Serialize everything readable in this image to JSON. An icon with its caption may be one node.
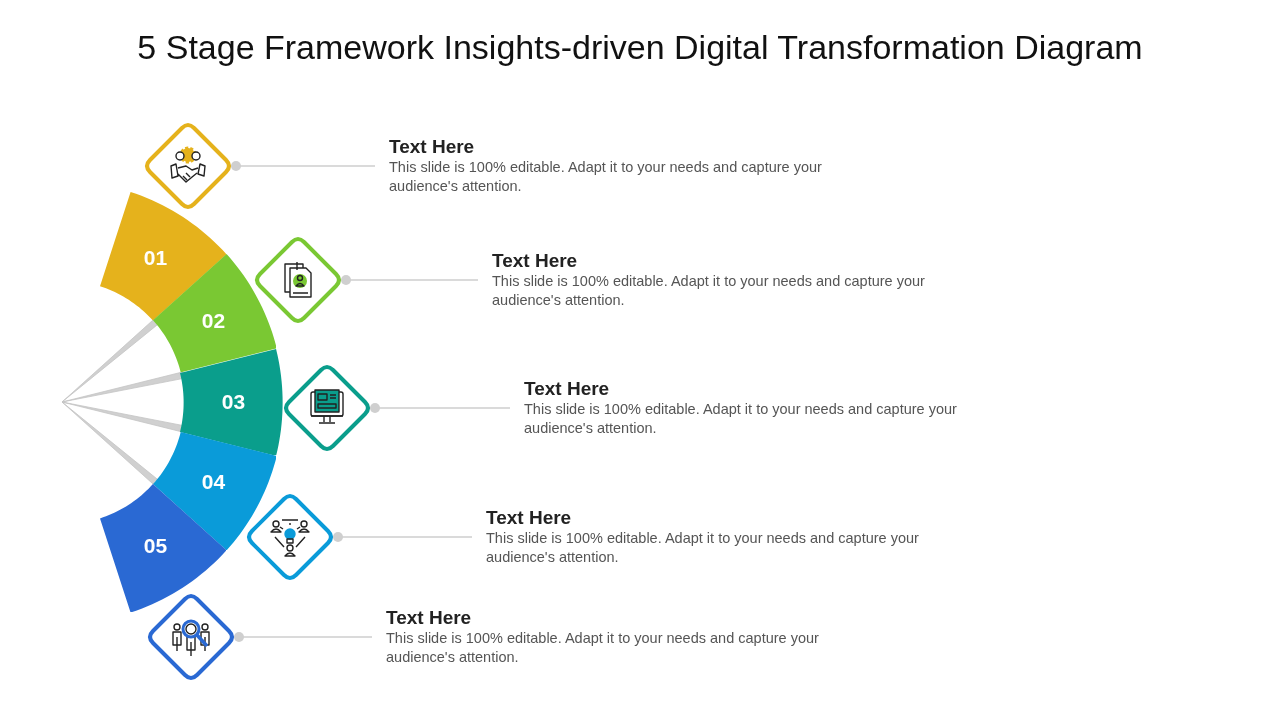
{
  "diagram": {
    "title": "5 Stage Framework Insights-driven Digital Transformation Diagram",
    "nodes": [
      {
        "text": [
          "01"
        ]
      },
      {
        "text": [
          "02"
        ]
      },
      {
        "text": [
          "03"
        ]
      },
      {
        "text": [
          "04"
        ]
      },
      {
        "text": [
          "05"
        ]
      },
      {
        "text": [],
        "shape": "diamond"
      },
      {
        "text": [],
        "shape": "diamond"
      },
      {
        "text": [],
        "shape": "diamond"
      },
      {
        "text": [],
        "shape": "diamond"
      },
      {
        "text": [],
        "shape": "diamond"
      },
      {
        "text": [
          "Text Here",
          "This slide is 100% editable. Adapt it to your needs and capture your audience's attention."
        ]
      },
      {
        "text": [
          "Text Here",
          "This slide is 100% editable. Adapt it to your needs and capture your audience's attention."
        ]
      },
      {
        "text": [
          "Text Here",
          "This slide is 100% editable. Adapt it to your needs and capture your audience's attention."
        ]
      },
      {
        "text": [
          "Text Here",
          "This slide is 100% editable. Adapt it to your needs and capture your audience's attention."
        ]
      },
      {
        "text": [
          "Text Here",
          "This slide is 100% editable. Adapt it to your needs and capture your audience's attention."
        ]
      }
    ],
    "edges": [
      {
        "from": 5,
        "to": 10,
        "arrow": "other"
      },
      {
        "from": 6,
        "to": 11,
        "arrow": "other"
      },
      {
        "from": 7,
        "to": 12,
        "arrow": "other"
      },
      {
        "from": 8,
        "to": 13,
        "arrow": "other"
      },
      {
        "from": 9,
        "to": 14,
        "arrow": "other"
      }
    ]
  }
}
